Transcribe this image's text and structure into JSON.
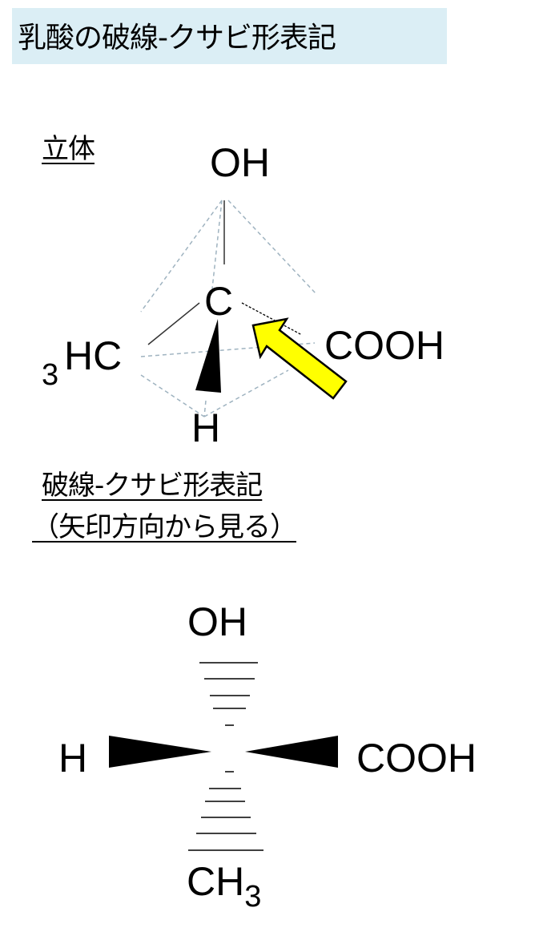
{
  "title": "乳酸の破線-クサビ形表記",
  "section_3d": {
    "heading": "立体",
    "labels": {
      "top": "OH",
      "center": "C",
      "left_sub": "3",
      "left": "HC",
      "right": "COOH",
      "bottom": "H"
    }
  },
  "section_wedge": {
    "heading_line1": "破線-クサビ形表記",
    "heading_line2": "（矢印方向から見る）",
    "labels": {
      "top": "OH",
      "left": "H",
      "right": "COOH",
      "bottom": "CH",
      "bottom_sub": "3"
    }
  },
  "colors": {
    "title_bg": "#dbeef5",
    "arrow": "#ffff00",
    "tetra_dash": "#9fb3c0"
  }
}
